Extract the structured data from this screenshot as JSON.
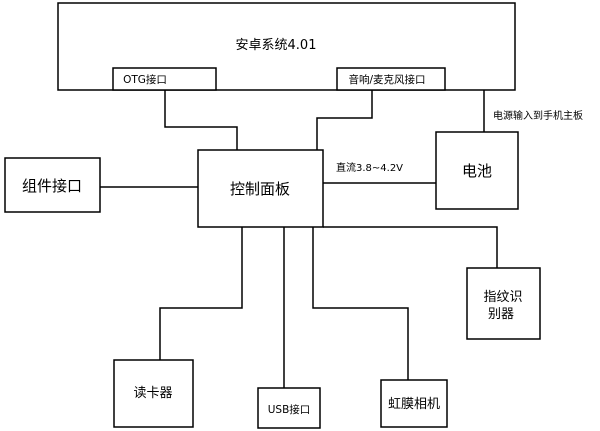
{
  "diagram": {
    "android_system": "安卓系统4.01",
    "otg_port": "OTG接口",
    "audio_mic_port": "音响/麦克风接口",
    "power_to_mainboard": "电源输入到手机主板",
    "component_port": "组件接口",
    "control_panel": "控制面板",
    "dc_voltage": "直流3.8~4.2V",
    "battery": "电池",
    "fingerprint_line1": "指纹识",
    "fingerprint_line2": "别器",
    "card_reader": "读卡器",
    "usb_port": "USB接口",
    "iris_camera": "虹膜相机"
  }
}
